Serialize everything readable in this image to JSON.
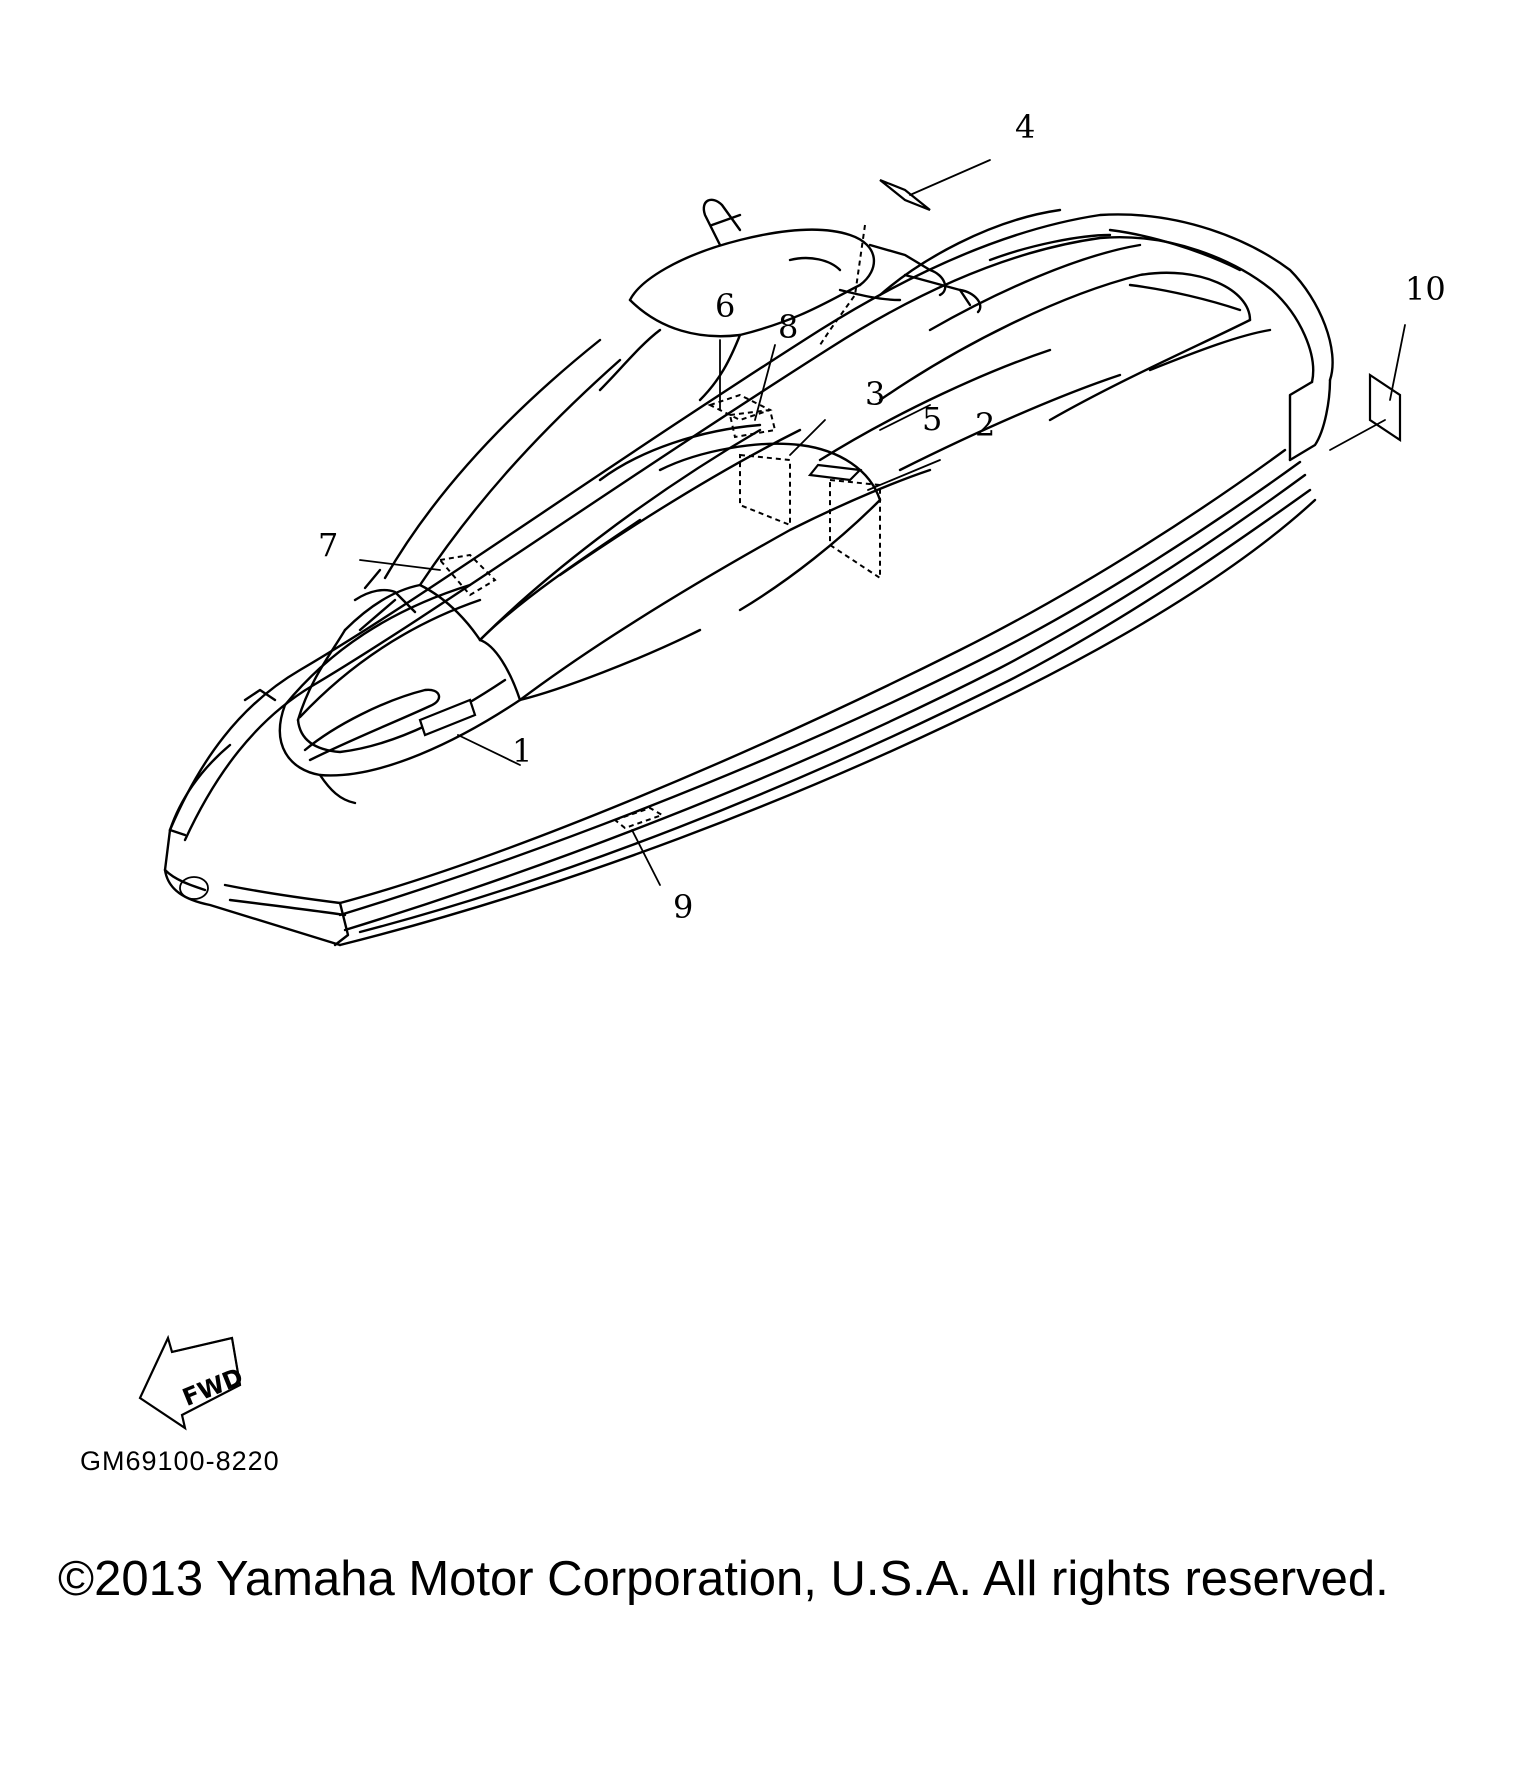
{
  "callouts": {
    "c1": "1",
    "c2": "2",
    "c3": "3",
    "c4": "4",
    "c5": "5",
    "c6": "6",
    "c7": "7",
    "c8": "8",
    "c9": "9",
    "c10": "10"
  },
  "fwd_label": "FWD",
  "diagram_code": "GM69100-8220",
  "copyright": "©2013 Yamaha Motor Corporation, U.S.A. All rights reserved."
}
